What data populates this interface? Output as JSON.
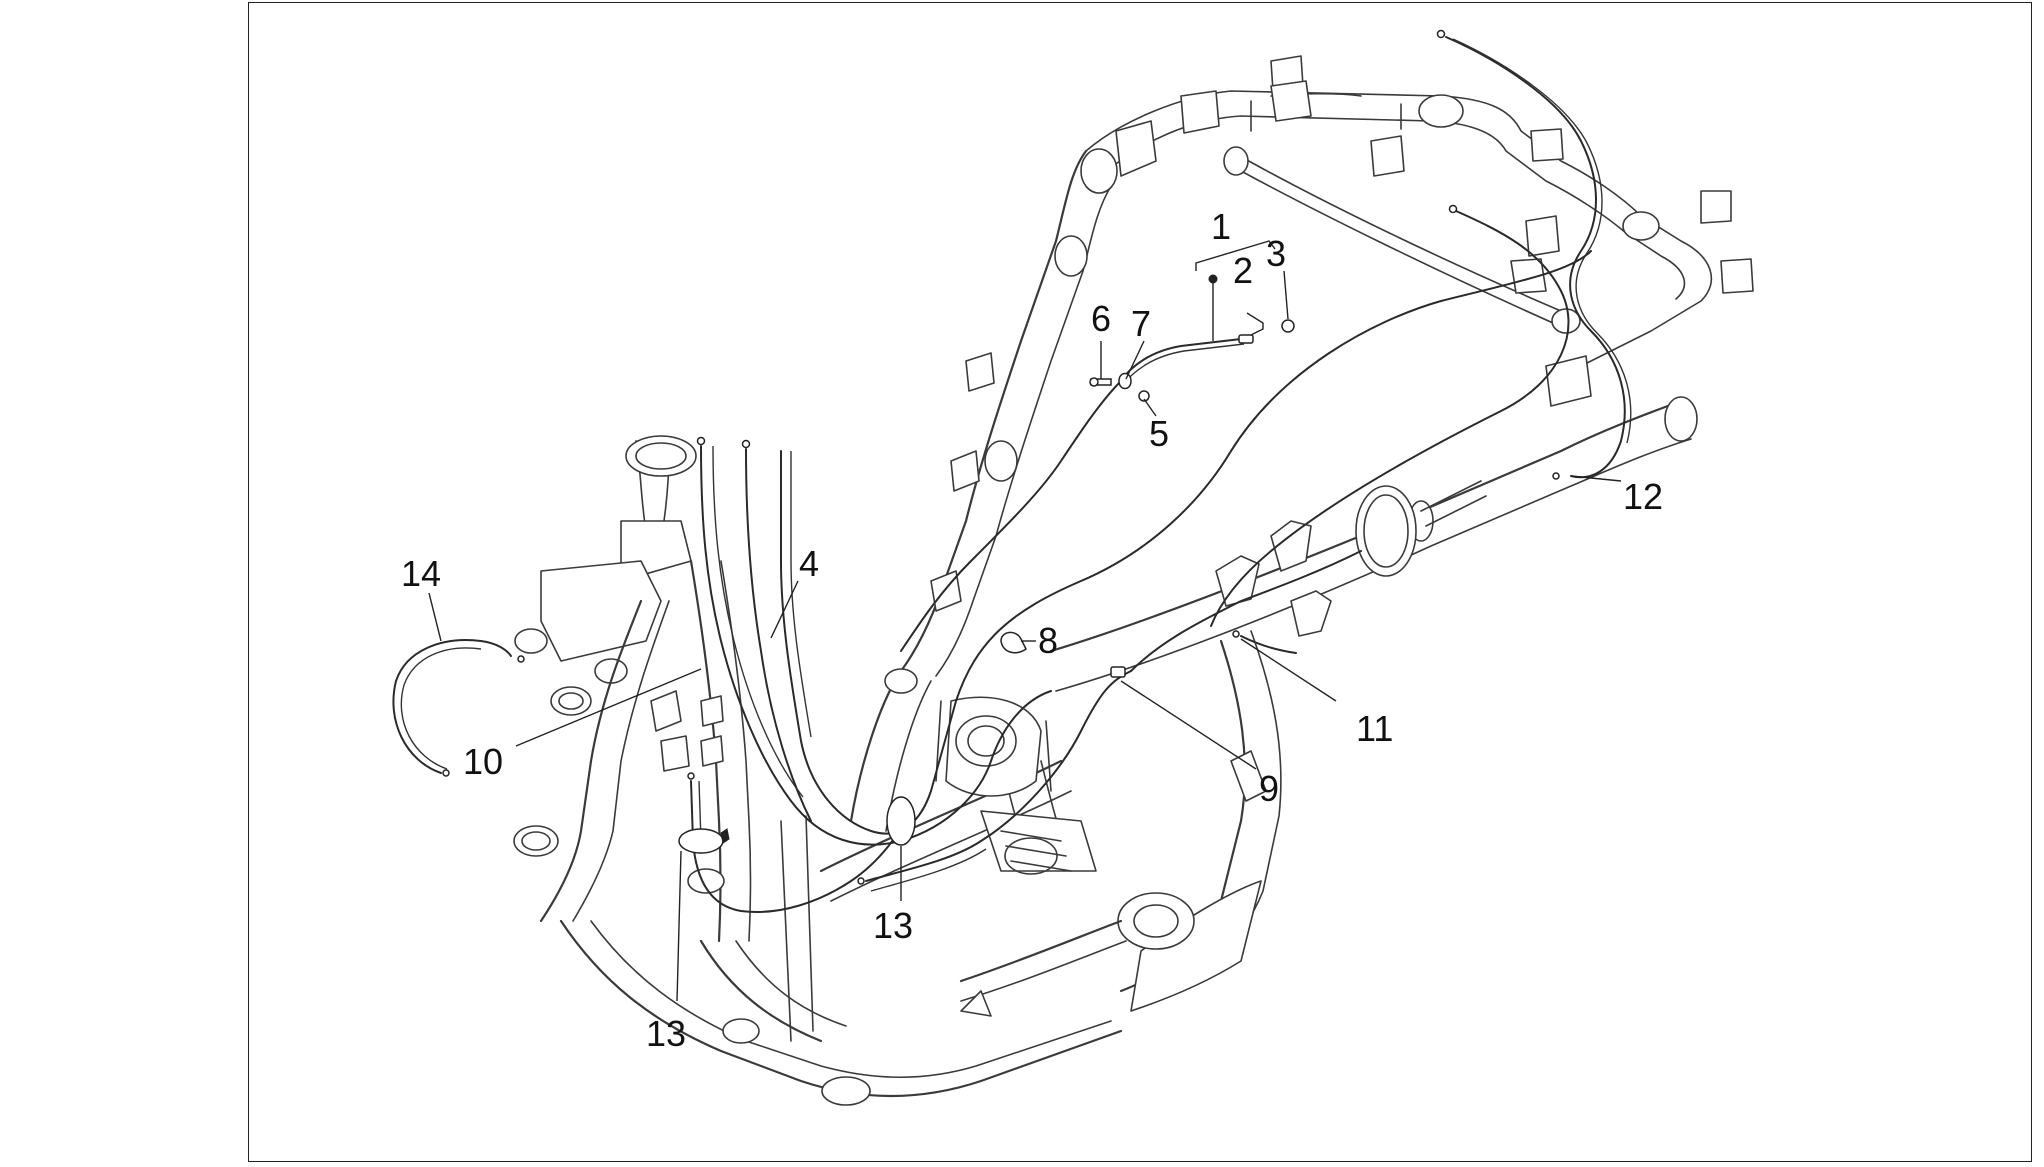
{
  "diagram": {
    "callouts": [
      {
        "id": "c1",
        "text": "1"
      },
      {
        "id": "c2",
        "text": "2"
      },
      {
        "id": "c3",
        "text": "3"
      },
      {
        "id": "c4",
        "text": "4"
      },
      {
        "id": "c5",
        "text": "5"
      },
      {
        "id": "c6",
        "text": "6"
      },
      {
        "id": "c7",
        "text": "7"
      },
      {
        "id": "c8",
        "text": "8"
      },
      {
        "id": "c9",
        "text": "9"
      },
      {
        "id": "c10",
        "text": "10"
      },
      {
        "id": "c11",
        "text": "11"
      },
      {
        "id": "c12",
        "text": "12"
      },
      {
        "id": "c13a",
        "text": "13"
      },
      {
        "id": "c13b",
        "text": "13"
      },
      {
        "id": "c14",
        "text": "14"
      }
    ],
    "colors": {
      "line": "#3a3a3a",
      "background": "#ffffff",
      "frame_border": "#222222"
    }
  }
}
